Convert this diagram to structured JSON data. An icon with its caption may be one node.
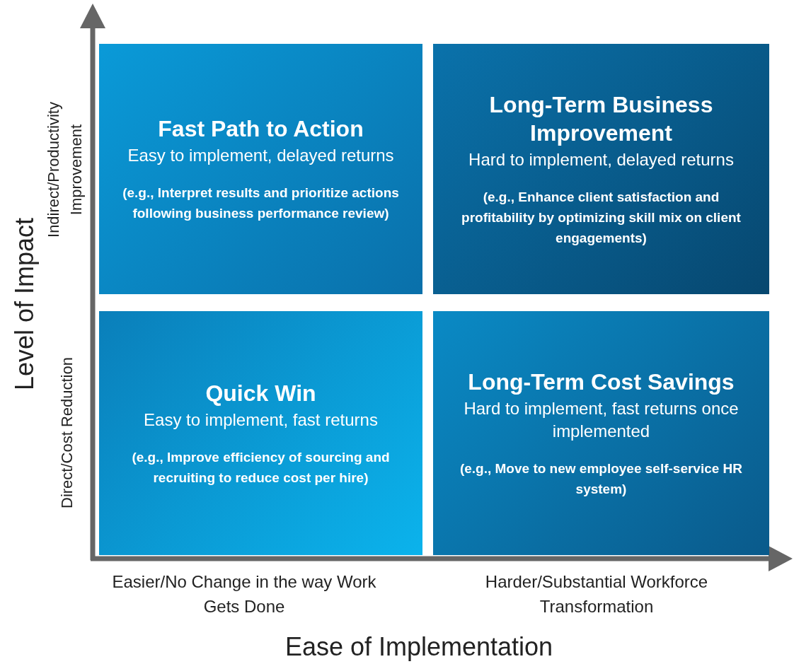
{
  "diagram": {
    "nodes": [
      {
        "text": [
          "Fast Path to Action",
          "Easy to implement, delayed returns",
          "(e.g., Interpret results and prioritize actions following business performance review)"
        ]
      },
      {
        "text": [
          "Long-Term Business Improvement",
          "Hard to implement, delayed returns",
          "(e.g., Enhance client satisfaction and profitability by optimizing skill mix on client engagements)"
        ]
      },
      {
        "text": [
          "Quick Win",
          "Easy to implement, fast returns",
          "(e.g., Improve efficiency of sourcing and recruiting to reduce cost per hire)"
        ]
      },
      {
        "text": [
          "Long-Term Cost Savings",
          "Hard to implement, fast returns once implemented",
          "(e.g., Move to new employee self-service HR system)"
        ]
      }
    ],
    "labels": [
      "Level of Impact",
      "Indirect/Productivity Improvement",
      "Direct/Cost Reduction",
      "Easier/No Change in the way Work Gets Done",
      "Harder/Substantial Workforce Transformation",
      "Ease of Implementation"
    ]
  }
}
